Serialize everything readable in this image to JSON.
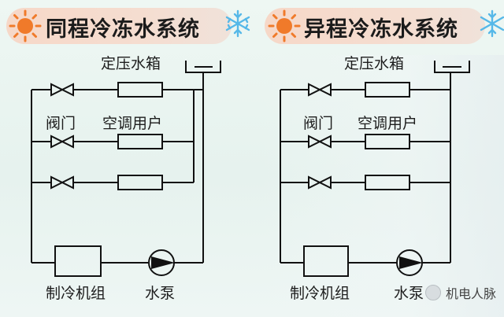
{
  "left_diagram": {
    "title": "同程冷冻水系统",
    "expansion_tank_label": "定压水箱",
    "valve_label": "阀门",
    "terminal_label": "空调用户",
    "chiller_label": "制冷机组",
    "pump_label": "水泵"
  },
  "right_diagram": {
    "title": "异程冷冻水系统",
    "expansion_tank_label": "定压水箱",
    "valve_label": "阀门",
    "terminal_label": "空调用户",
    "chiller_label": "制冷机组",
    "pump_label": "水泵"
  },
  "watermark": {
    "text": "机电人脉"
  },
  "colors": {
    "line": "#111111",
    "banner": "#f6d8c8",
    "sun": "#f07a2a",
    "snowflake": "#56b8e8",
    "background": "#e9f4f0"
  },
  "icons": {
    "sun": "sun-icon",
    "snowflake": "snowflake-icon",
    "watermark": "wechat-logo-icon"
  }
}
